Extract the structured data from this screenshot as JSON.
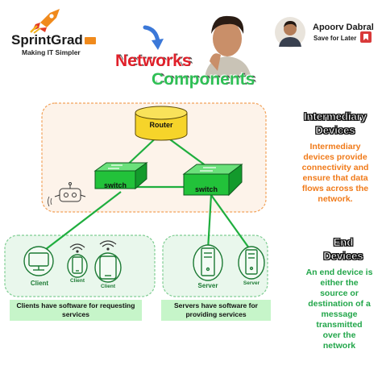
{
  "brand": {
    "name": "SprintGrad",
    "tagline": "Making IT Simpler"
  },
  "author": {
    "name": "Apoorv Dabral",
    "action": "Save for Later"
  },
  "title": {
    "line1": "Networks",
    "line2": "Components"
  },
  "diagram": {
    "router_label": "Router",
    "switch_label": "switch",
    "client_label": "Client",
    "server_label": "Server",
    "clients_caption": "Clients have software for requesting services",
    "servers_caption": "Servers have software for providing services"
  },
  "intermediary": {
    "title_line1": "Intermediary",
    "title_line2": "Devices",
    "description": [
      "Intermediary",
      "devices provide",
      "connectivity and",
      "ensure that data",
      "flows across the",
      "network."
    ]
  },
  "end_devices": {
    "title_line1": "End",
    "title_line2": "Devices",
    "description": [
      "An end device is",
      "either the",
      "source or",
      "destination of a",
      "message",
      "transmitted",
      "over the",
      "network"
    ]
  },
  "colors": {
    "accent_red": "#e0202a",
    "accent_green": "#2fbf55",
    "orange": "#f07a19",
    "router_yellow": "#f6d42a",
    "switch_green": "#22c23a",
    "link_green": "#1fae3e",
    "device_stroke": "#1c7a34",
    "caption_bg": "#c6f5c9"
  },
  "icons": [
    "rocket-icon",
    "arrow-icon",
    "bookmark-icon",
    "robot-icon",
    "computer-icon",
    "phone-icon",
    "tablet-icon",
    "server-icon",
    "wifi-icon"
  ]
}
